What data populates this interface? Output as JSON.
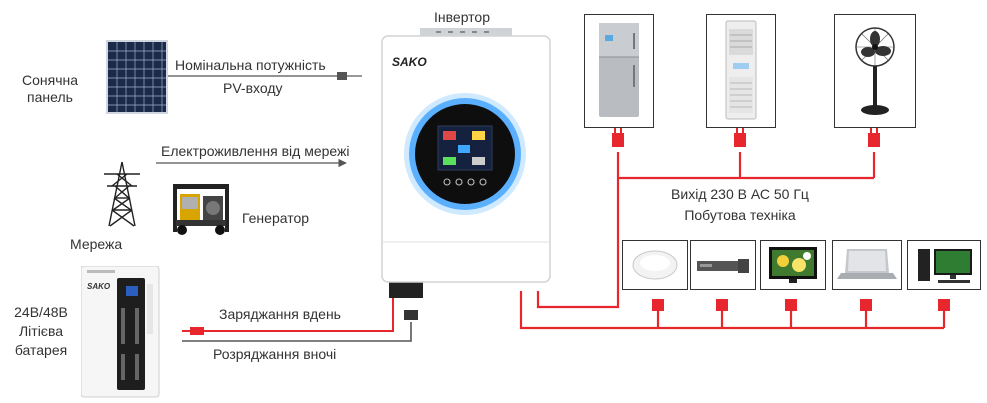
{
  "labels": {
    "inverter": "Інвертор",
    "solar_panel_line1": "Сонячна",
    "solar_panel_line2": "панель",
    "pv_power_line1": "Номінальна потужність",
    "pv_power_line2": "PV-входу",
    "grid_supply": "Електроживлення від мережі",
    "generator": "Генератор",
    "grid": "Мережа",
    "battery_line1": "24В/48В",
    "battery_line2": "Літієва",
    "battery_line3": "батарея",
    "charge_day": "Заряджання вдень",
    "discharge_night": "Розряджання вночі",
    "output_line1": "Вихід 230 В АС 50 Гц",
    "output_line2": "Побутова техніка"
  },
  "brand": "SAKO",
  "colors": {
    "ac_wire": "#e8262d",
    "dc_wire": "#555555",
    "inverter_ring": "#5ab0ff",
    "device_frame": "#333333"
  },
  "icons": {
    "solar_panel": "solar-panel-icon",
    "tower": "power-tower-icon",
    "generator": "generator-icon",
    "battery": "lithium-battery-icon",
    "inverter": "inverter-icon",
    "fridge": "fridge-icon",
    "air_conditioner": "air-conditioner-icon",
    "fan": "fan-icon",
    "ceiling_lamp": "ceiling-lamp-icon",
    "dvd_player": "dvd-player-icon",
    "tv": "tv-icon",
    "laptop": "laptop-icon",
    "desktop": "desktop-pc-icon"
  }
}
